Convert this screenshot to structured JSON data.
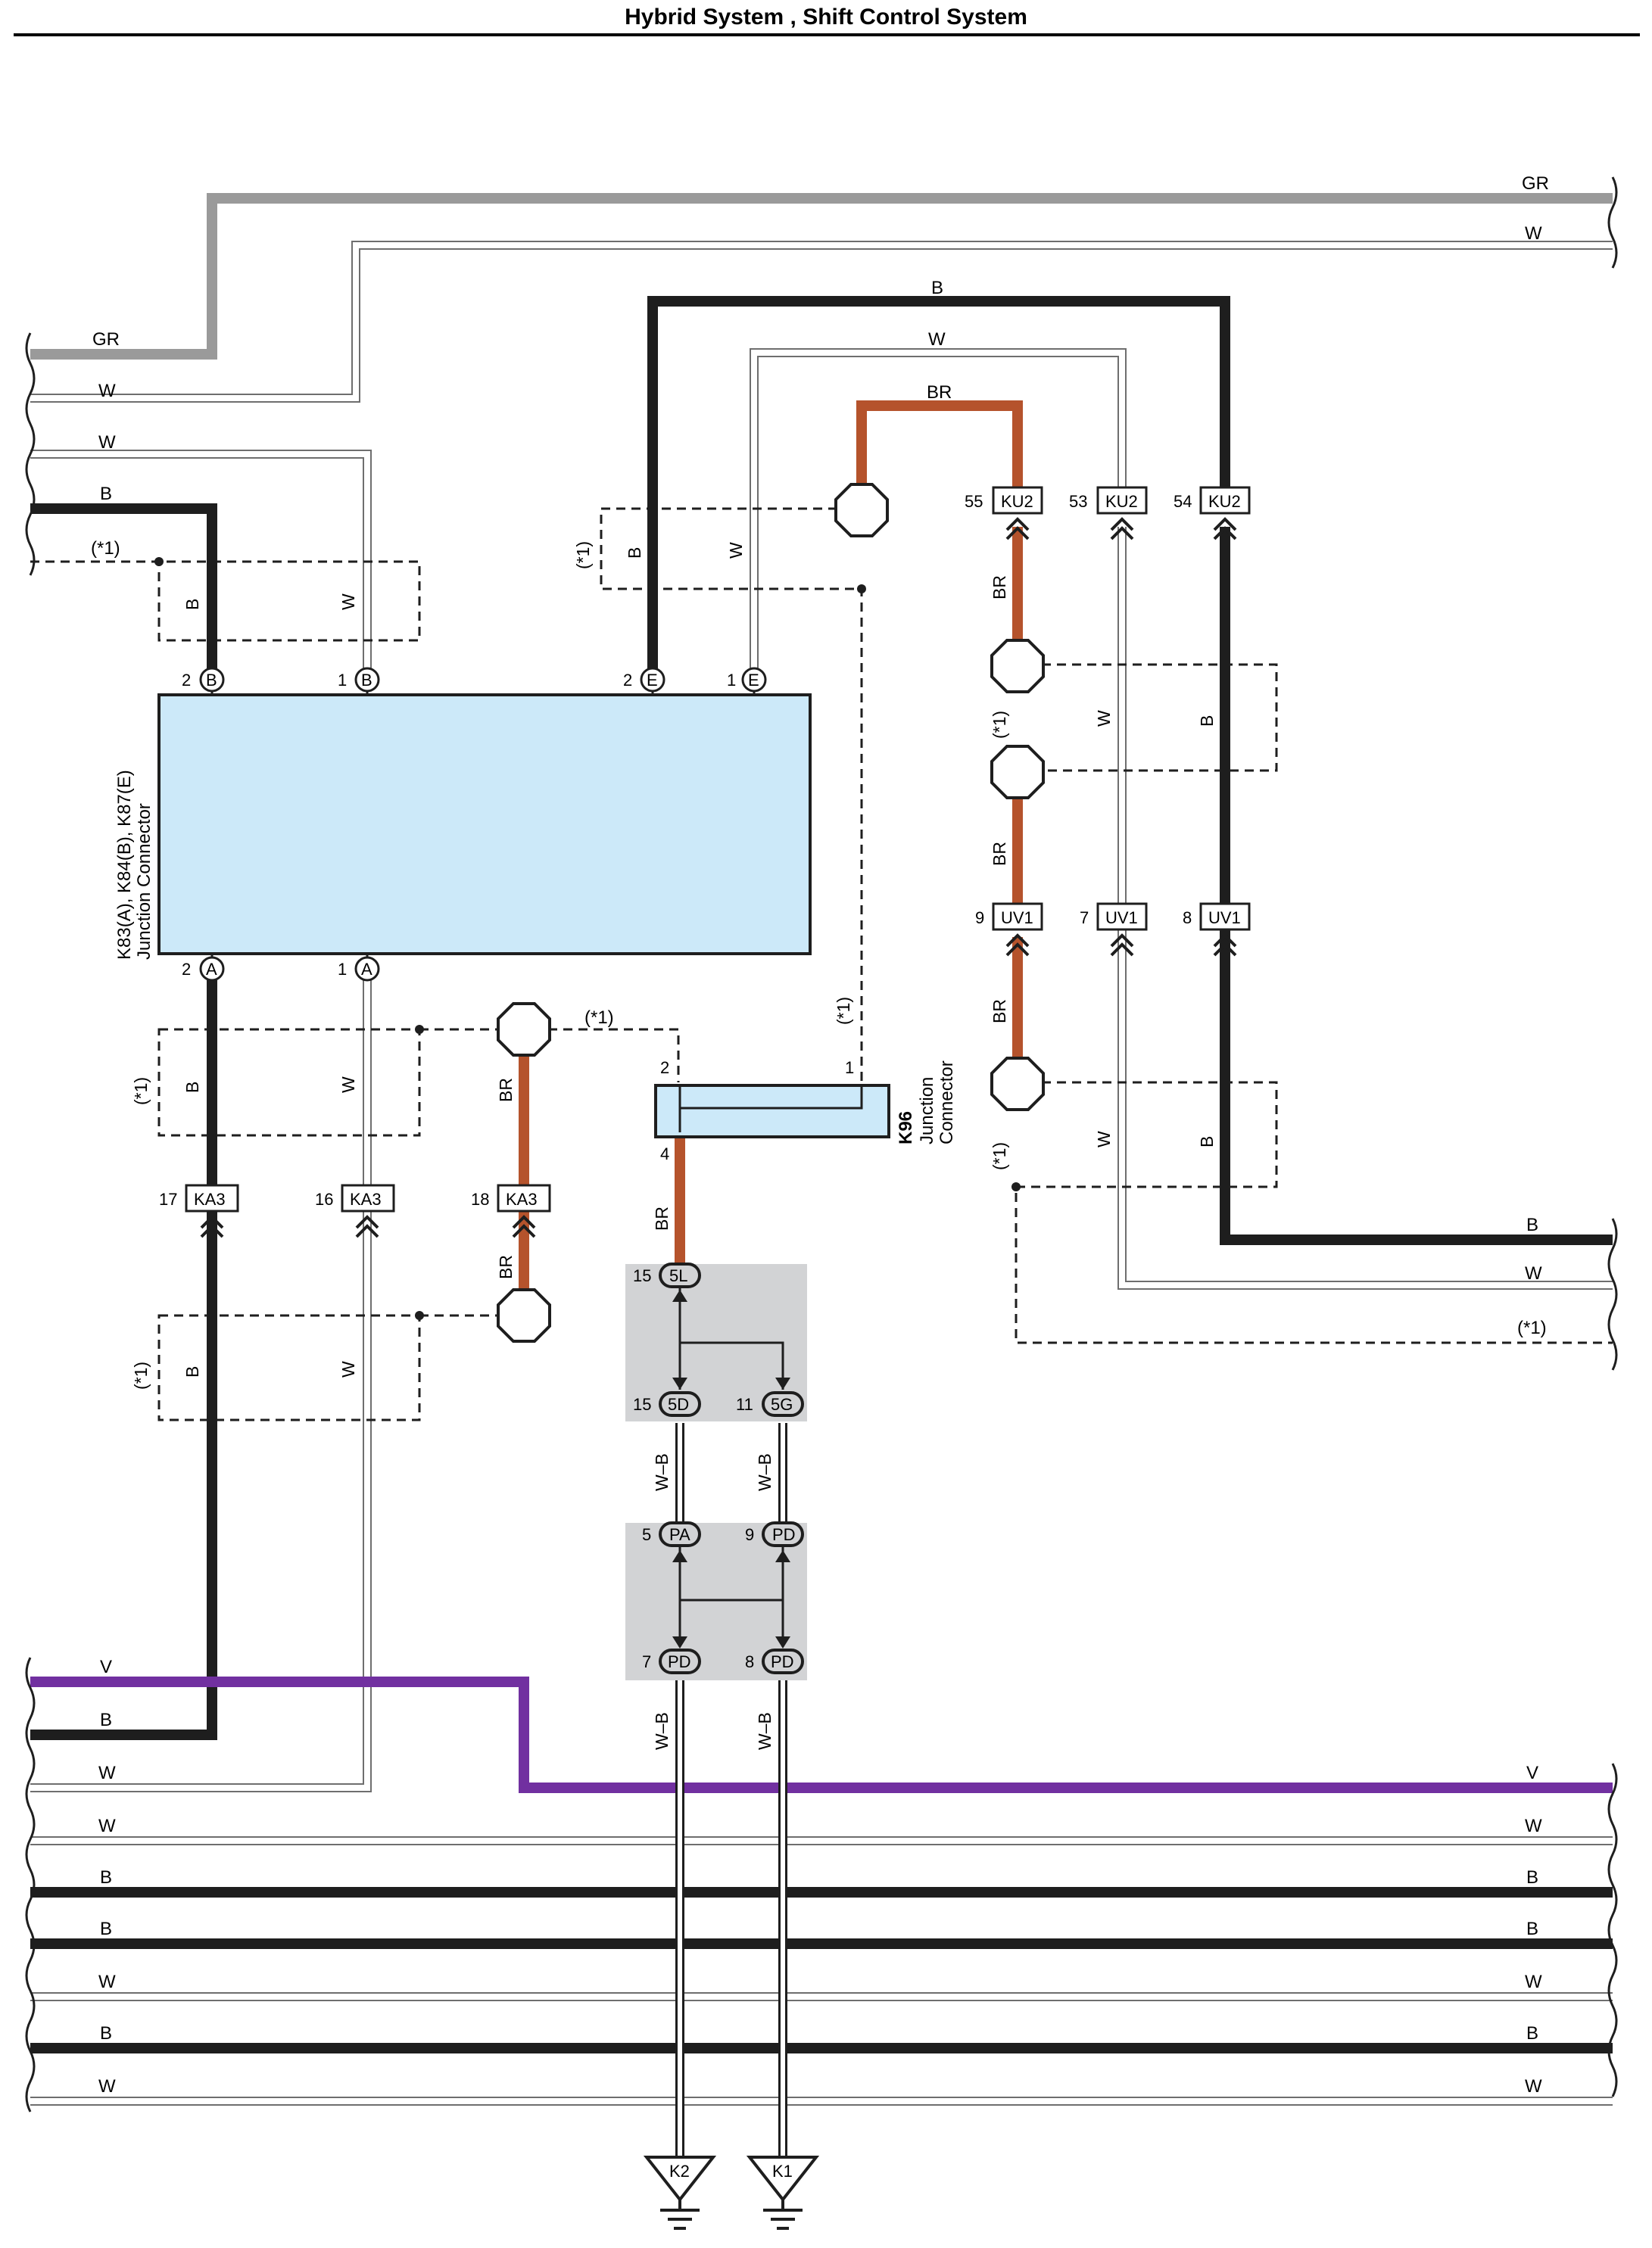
{
  "title": "Hybrid System , Shift Control System",
  "colors": {
    "gray_wire": "#9a9a9a",
    "black_wire": "#1e1e1e",
    "brown_wire": "#b5532c",
    "violet_wire": "#7130a0",
    "connector_fill": "#cce9f9",
    "ground_block_fill": "#d2d3d5"
  },
  "wire_labels": {
    "gr": "GR",
    "w": "W",
    "b": "B",
    "br": "BR",
    "v": "V",
    "wb": "W–B",
    "shield": "(*1)"
  },
  "junction_connector_main": {
    "id_line": "K83(A), K84(B), K87(E)",
    "name_line": "Junction Connector",
    "pins_top": [
      {
        "num": "2",
        "code": "B"
      },
      {
        "num": "1",
        "code": "B"
      },
      {
        "num": "2",
        "code": "E"
      },
      {
        "num": "1",
        "code": "E"
      }
    ],
    "pins_bottom": [
      {
        "num": "2",
        "code": "A"
      },
      {
        "num": "1",
        "code": "A"
      }
    ]
  },
  "junction_connector_k96": {
    "id": "K96",
    "name_line1": "Junction",
    "name_line2": "Connector",
    "pins": [
      "2",
      "1",
      "4"
    ]
  },
  "inline_connectors": {
    "ku2": [
      {
        "pin": "55",
        "code": "KU2"
      },
      {
        "pin": "53",
        "code": "KU2"
      },
      {
        "pin": "54",
        "code": "KU2"
      }
    ],
    "uv1": [
      {
        "pin": "9",
        "code": "UV1"
      },
      {
        "pin": "7",
        "code": "UV1"
      },
      {
        "pin": "8",
        "code": "UV1"
      }
    ],
    "ka3": [
      {
        "pin": "17",
        "code": "KA3"
      },
      {
        "pin": "16",
        "code": "KA3"
      },
      {
        "pin": "18",
        "code": "KA3"
      }
    ]
  },
  "ground_joints": [
    {
      "pin": "15",
      "code": "5L"
    },
    {
      "pin": "15",
      "code": "5D"
    },
    {
      "pin": "11",
      "code": "5G"
    },
    {
      "pin": "5",
      "code": "PA"
    },
    {
      "pin": "9",
      "code": "PD"
    },
    {
      "pin": "7",
      "code": "PD"
    },
    {
      "pin": "8",
      "code": "PD"
    }
  ],
  "grounds": [
    "K2",
    "K1"
  ]
}
